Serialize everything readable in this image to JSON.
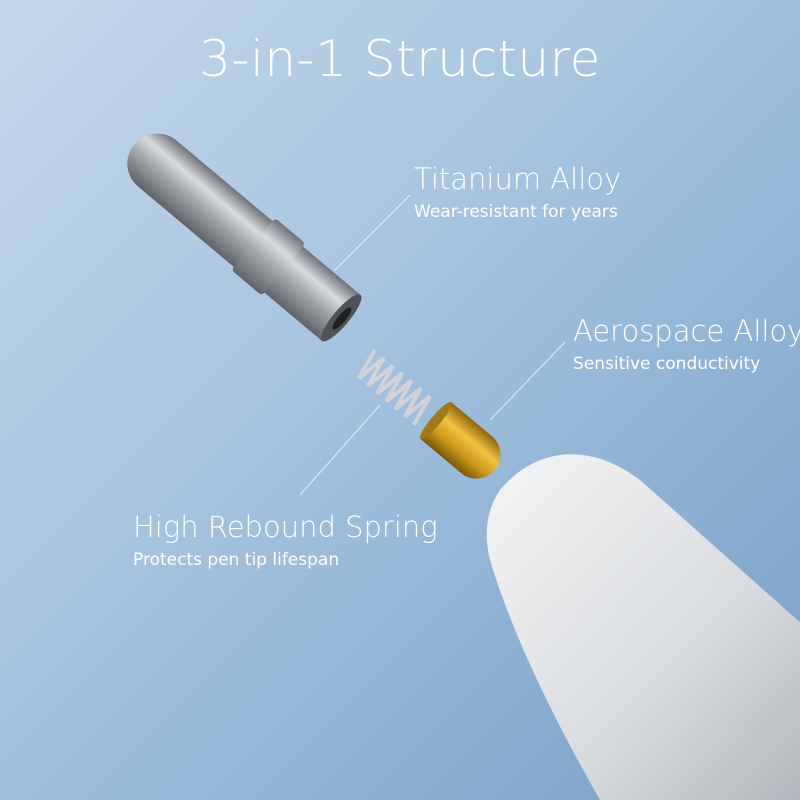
{
  "title": "3-in-1 Structure",
  "labels": {
    "titanium": {
      "heading": "Titanium Alloy",
      "sub": "Wear-resistant for years"
    },
    "aerospace": {
      "heading": "Aerospace Alloy",
      "sub": "Sensitive conductivity"
    },
    "spring": {
      "heading": "High Rebound Spring",
      "sub": "Protects pen tip lifespan"
    }
  },
  "colors": {
    "titanium": "#9a9ea4",
    "gold": "#d4a21c",
    "pen": "#e6e8ea"
  }
}
